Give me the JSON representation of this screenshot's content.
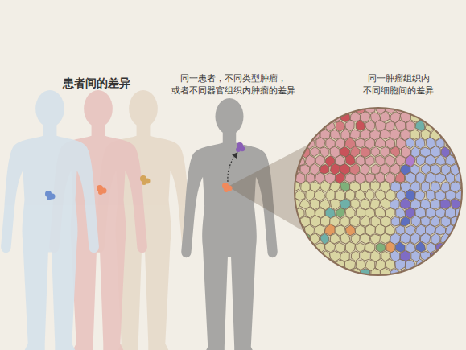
{
  "diagram": {
    "labels": [
      "患者间的差异",
      "同一患者，不同类型肿瘤， 或者不同器官组织内肿瘤的差异",
      "同一肿瘤组织内 不同细胞间的差异"
    ]
  }
}
